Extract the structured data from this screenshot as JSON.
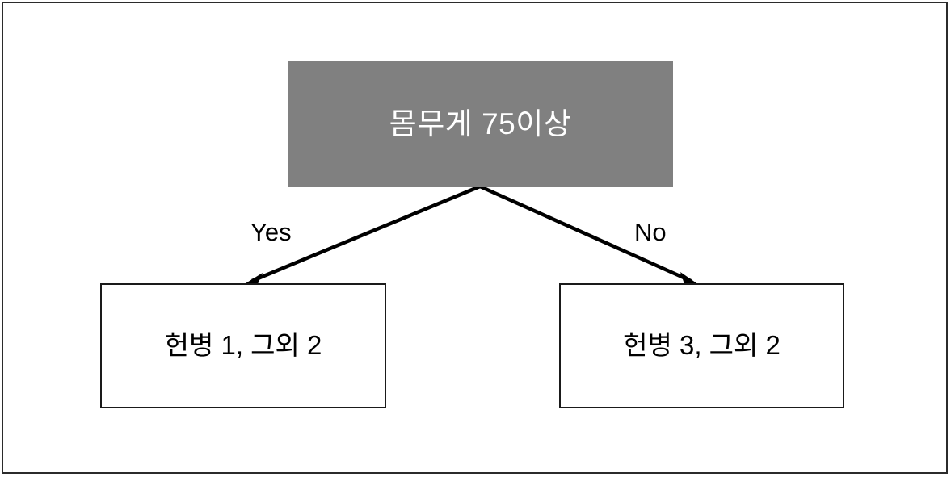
{
  "diagram": {
    "title_text": "",
    "type": "decision-tree",
    "colors": {
      "root_fill": "#808080",
      "root_text": "#ffffff",
      "leaf_fill": "#ffffff",
      "leaf_border": "#1a1a1a",
      "edge_stroke": "#000000",
      "canvas_background": "#ffffff",
      "frame_border": "#2b2b2b"
    },
    "root": {
      "label": "몸무게 75이상"
    },
    "edges": [
      {
        "label": "Yes",
        "from": "root",
        "to": "leaf-yes"
      },
      {
        "label": "No",
        "from": "root",
        "to": "leaf-no"
      }
    ],
    "leaves": [
      {
        "id": "leaf-yes",
        "label": "헌병 1, 그외 2"
      },
      {
        "id": "leaf-no",
        "label": "헌병 3, 그외 2"
      }
    ]
  }
}
